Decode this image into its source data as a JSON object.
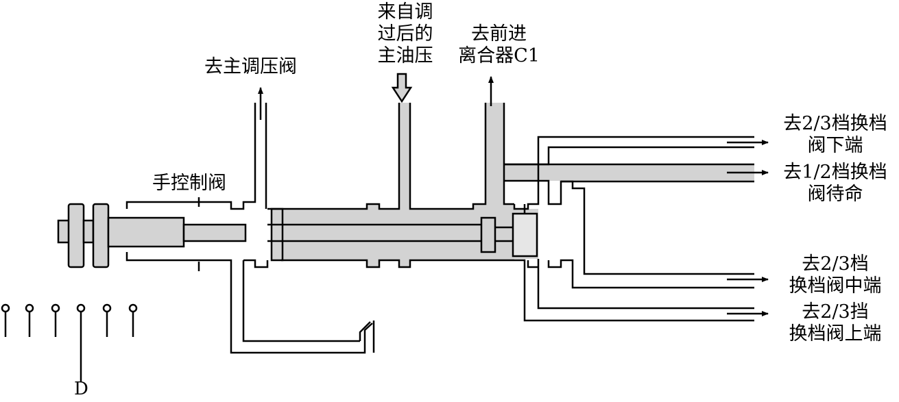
{
  "labels": {
    "from_regulated": [
      "来自调",
      "过后的",
      "主油压"
    ],
    "to_forward_clutch": [
      "去前进",
      "离合器C1"
    ],
    "to_main_regulator": "去主调压阀",
    "manual_valve": "手控制阀",
    "to_23_lower": [
      "去2/3档换档",
      "阀下端"
    ],
    "to_12_standby": [
      "去1/2档换档",
      "阀待命"
    ],
    "to_23_middle": [
      "去2/3档",
      "换档阀中端"
    ],
    "to_23_upper": [
      "去2/3挡",
      "换档阀上端"
    ],
    "detent_d": "D"
  },
  "colors": {
    "fluid": "#d3d3d3",
    "line": "#000000",
    "background": "#ffffff"
  }
}
